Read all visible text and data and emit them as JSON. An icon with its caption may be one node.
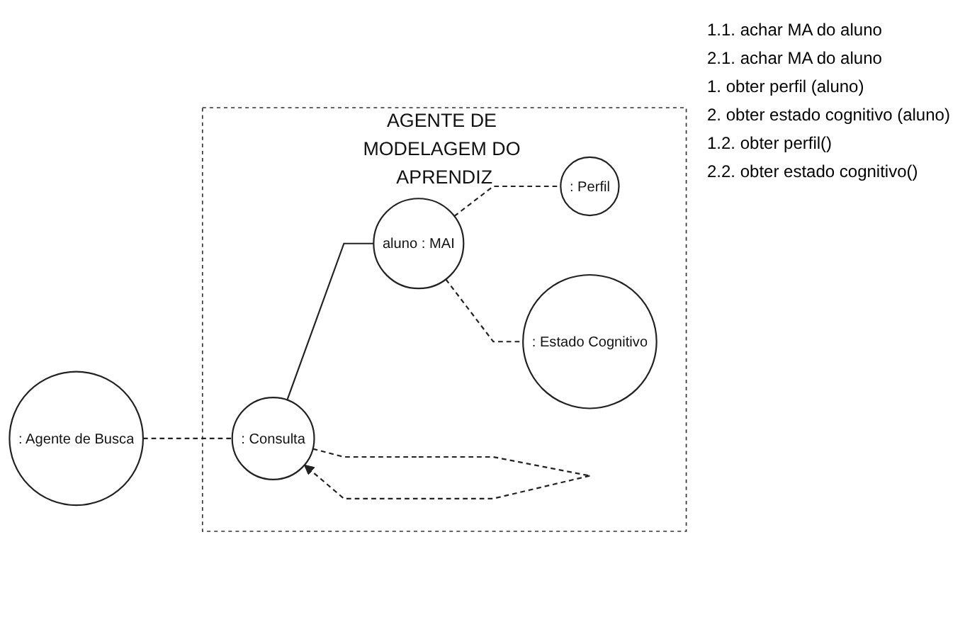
{
  "diagram": {
    "nodes": [
      {
        "text": [
          "AGENTE DE MODELAGEM DO APRENDIZ"
        ]
      },
      {
        "text": [
          ": Agente de Busca"
        ]
      },
      {
        "text": [
          ": Consulta"
        ],
        "in": 0
      },
      {
        "text": [
          "aluno : MAI"
        ],
        "in": 0
      },
      {
        "text": [
          ": Perfil"
        ],
        "in": 0
      },
      {
        "text": [
          ": Estado Cognitivo"
        ],
        "in": 0
      }
    ],
    "edges": [
      {
        "from": 1,
        "to": 2,
        "arrow": "none",
        "style": "dashed"
      },
      {
        "from": 2,
        "to": 2,
        "arrow": "to",
        "style": "dashed"
      },
      {
        "from": 2,
        "to": 3,
        "arrow": "none"
      },
      {
        "from": 3,
        "to": 4,
        "arrow": "none",
        "style": "dashed"
      },
      {
        "from": 3,
        "to": 5,
        "arrow": "none",
        "style": "dashed"
      }
    ],
    "labels": [
      "1.1. achar MA do aluno",
      "2.1. achar MA do aluno",
      "1. obter perfil (aluno)",
      "2. obter estado cognitivo (aluno)",
      "1.2. obter perfil()",
      "2.2. obter estado cognitivo()"
    ]
  }
}
